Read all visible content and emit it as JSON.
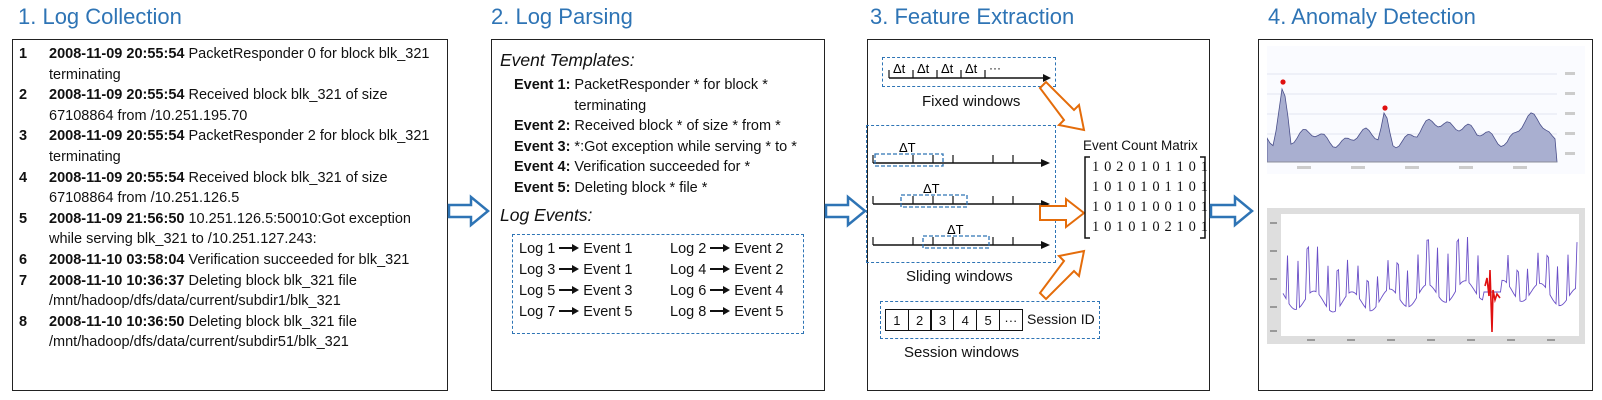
{
  "titles": {
    "t1": "1. Log Collection",
    "t2": "2. Log Parsing",
    "t3": "3. Feature Extraction",
    "t4": "4. Anomaly Detection"
  },
  "logs": [
    {
      "num": "1",
      "ts": "2008-11-09 20:55:54",
      "msg": "PacketResponder 0 for block blk_321 terminating"
    },
    {
      "num": "2",
      "ts": "2008-11-09 20:55:54",
      "msg": "Received block blk_321 of size 67108864 from /10.251.195.70"
    },
    {
      "num": "3",
      "ts": "2008-11-09 20:55:54",
      "msg": "PacketResponder 2 for block blk_321 terminating"
    },
    {
      "num": "4",
      "ts": "2008-11-09 20:55:54",
      "msg": "Received block blk_321 of size 67108864 from /10.251.126.5"
    },
    {
      "num": "5",
      "ts": "2008-11-09 21:56:50",
      "msg": "10.251.126.5:50010:Got exception while serving  blk_321 to /10.251.127.243:"
    },
    {
      "num": "6",
      "ts": "2008-11-10 03:58:04",
      "msg": "Verification succeeded for blk_321"
    },
    {
      "num": "7",
      "ts": "2008-11-10 10:36:37",
      "msg": "Deleting block blk_321 file /mnt/hadoop/dfs/data/current/subdir1/blk_321"
    },
    {
      "num": "8",
      "ts": "2008-11-10 10:36:50",
      "msg": "Deleting block blk_321 file /mnt/hadoop/dfs/data/current/subdir51/blk_321"
    }
  ],
  "parsing": {
    "templates_title": "Event Templates:",
    "templates": [
      {
        "label": "Event 1:",
        "text": "PacketResponder * for block * terminating"
      },
      {
        "label": "Event 2:",
        "text": "Received block * of size * from *"
      },
      {
        "label": "Event 3:",
        "text": "*:Got exception while serving * to *"
      },
      {
        "label": "Event 4:",
        "text": "Verification succeeded for *"
      },
      {
        "label": "Event 5:",
        "text": "Deleting block * file *"
      }
    ],
    "events_title": "Log Events:",
    "mappings": [
      {
        "log": "Log 1",
        "event": "Event 1"
      },
      {
        "log": "Log 2",
        "event": "Event 2"
      },
      {
        "log": "Log 3",
        "event": "Event 1"
      },
      {
        "log": "Log 4",
        "event": "Event 2"
      },
      {
        "log": "Log 5",
        "event": "Event 3"
      },
      {
        "log": "Log 6",
        "event": "Event 4"
      },
      {
        "log": "Log 7",
        "event": "Event 5"
      },
      {
        "log": "Log 8",
        "event": "Event 5"
      }
    ]
  },
  "features": {
    "delta_t": "Δt",
    "delta_T": "ΔT",
    "ellipsis": "···",
    "fixed_caption": "Fixed windows",
    "sliding_caption": "Sliding windows",
    "session_caption": "Session windows",
    "session_cells": [
      "1",
      "2",
      "3",
      "4",
      "5",
      "···"
    ],
    "session_label": "Session ID",
    "matrix_title": "Event Count Matrix",
    "matrix": [
      "1 0 2 0 1 0 1 1 0 1",
      "1 0 1 0 1 0 1 1 0 1",
      "1 0 1 0 1 0 0 1 0 1",
      "1 0 1 0 1 0 2 1 0 1"
    ]
  },
  "colors": {
    "title_blue": "#2e74b5",
    "arrow_blue": "#2e74b5",
    "arrow_orange": "#e46c0a",
    "chart_fill": "#a9afd0",
    "chart_line": "#6a4fc7",
    "anomaly_red": "#e01010"
  }
}
